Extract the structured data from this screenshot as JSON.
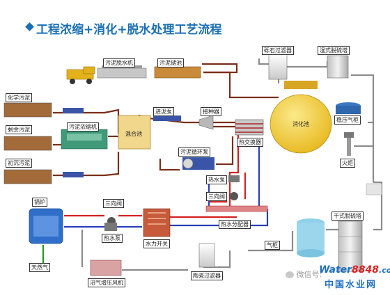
{
  "title": "工程浓缩+消化+脱水处理工艺流程",
  "labels": {
    "dewater": "污泥脱水机",
    "storage": "污泥储池",
    "chem": "化学污泥",
    "residual": "剩余污泥",
    "primary": "初沉污泥",
    "thickener": "污泥浓缩机",
    "mixing": "混合池",
    "feed_pump": "进泥泵",
    "seeder": "接种器",
    "recirc_pump": "污泥循环泵",
    "hx": "热交换器",
    "digester": "消化池",
    "gravel_filter": "砾石过滤器",
    "wet_desulf": "湿式脱硫塔",
    "gasholder_top": "稳压气柜",
    "flare": "火炬",
    "boiler": "锅炉",
    "three_way_1": "三向阀",
    "three_way_2": "三向阀",
    "hot_pump_1": "热水泵",
    "hot_pump_2": "热水泵",
    "hot_dist": "热水分配器",
    "water_switch": "水力开关",
    "natural_gas": "天然气",
    "gas_blower": "沼气增压风机",
    "ceramic_filter": "陶瓷过滤器",
    "gasholder": "气柜",
    "dry_desulf": "干式脱硫塔"
  },
  "watermark": {
    "wechat": "微信号:",
    "brand": "Water",
    "brand_num": "8848",
    "domain": ".com",
    "cn": "中国水业网"
  },
  "colors": {
    "sludge_line": "#7a2e1a",
    "gas_line": "#8c8c8c",
    "hot_line": "#d62020",
    "return_line": "#2a3fb8",
    "ng_line": "#1aa01a",
    "title": "#1a6fb5",
    "digester": "#f4d24a"
  }
}
